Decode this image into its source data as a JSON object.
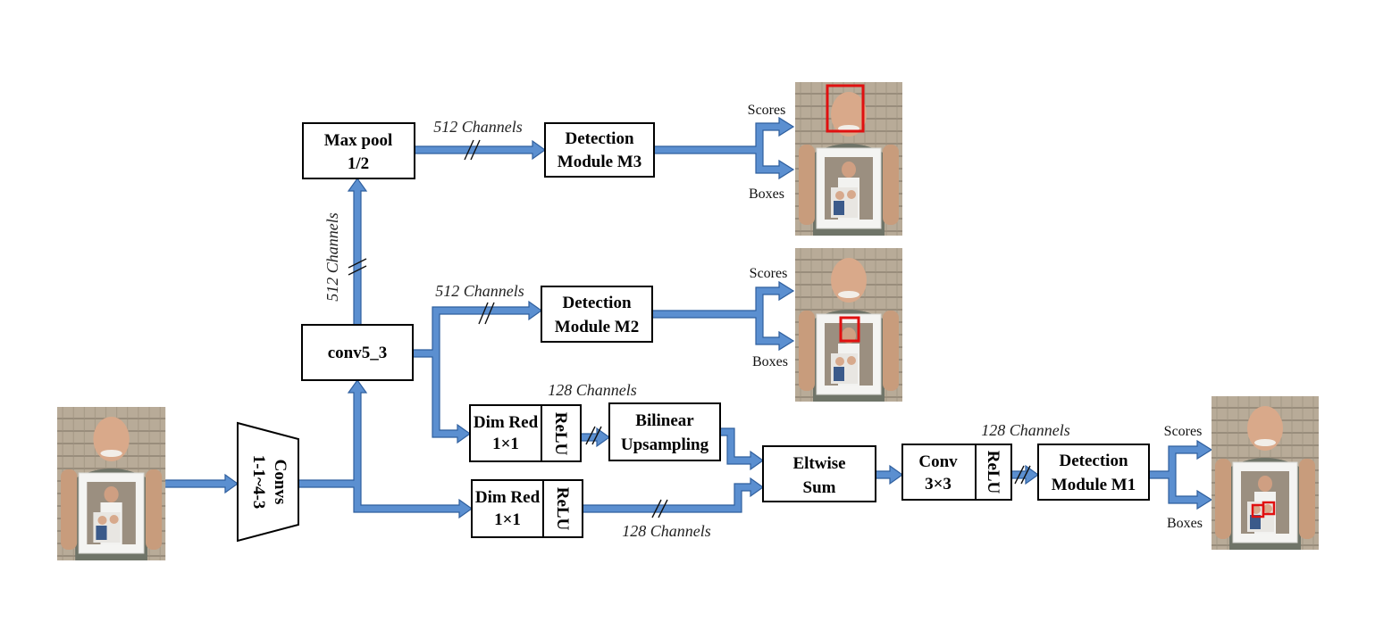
{
  "colors": {
    "arrow_fill": "#5b8fd0",
    "arrow_stroke": "#2f5f9e",
    "detection_box": "#e01010"
  },
  "boxes": {
    "convs": [
      "Convs",
      "1-1~4-3"
    ],
    "maxpool": [
      "Max pool",
      "1/2"
    ],
    "conv5_3": [
      "conv5_3"
    ],
    "det_m3": [
      "Detection",
      "Module M3"
    ],
    "det_m2": [
      "Detection",
      "Module M2"
    ],
    "dimred_top": [
      "Dim Red",
      "1×1"
    ],
    "relu_top": "ReLU",
    "bilinear": [
      "Bilinear",
      "Upsampling"
    ],
    "dimred_bottom": [
      "Dim Red",
      "1×1"
    ],
    "relu_bottom": "ReLU",
    "eltwise": [
      "Eltwise",
      "Sum"
    ],
    "conv3": [
      "Conv",
      "3×3"
    ],
    "relu_conv3": "ReLU",
    "det_m1": [
      "Detection",
      "Module M1"
    ]
  },
  "channel_labels": {
    "maxpool_to_m3": "512 Channels",
    "conv5_to_maxpool": "512 Channels",
    "conv5_to_m2": "512 Channels",
    "dimred_to_bilinear": "128 Channels",
    "dimred_bottom_to_sum": "128 Channels",
    "conv3_to_m1": "128 Channels"
  },
  "outputs": {
    "m3": {
      "scores": "Scores",
      "boxes": "Boxes"
    },
    "m2": {
      "scores": "Scores",
      "boxes": "Boxes"
    },
    "m1": {
      "scores": "Scores",
      "boxes": "Boxes"
    }
  },
  "images": {
    "input": "input-photo",
    "out_m3": "output-photo-large-face",
    "out_m2": "output-photo-medium-face",
    "out_m1": "output-photo-small-faces"
  }
}
